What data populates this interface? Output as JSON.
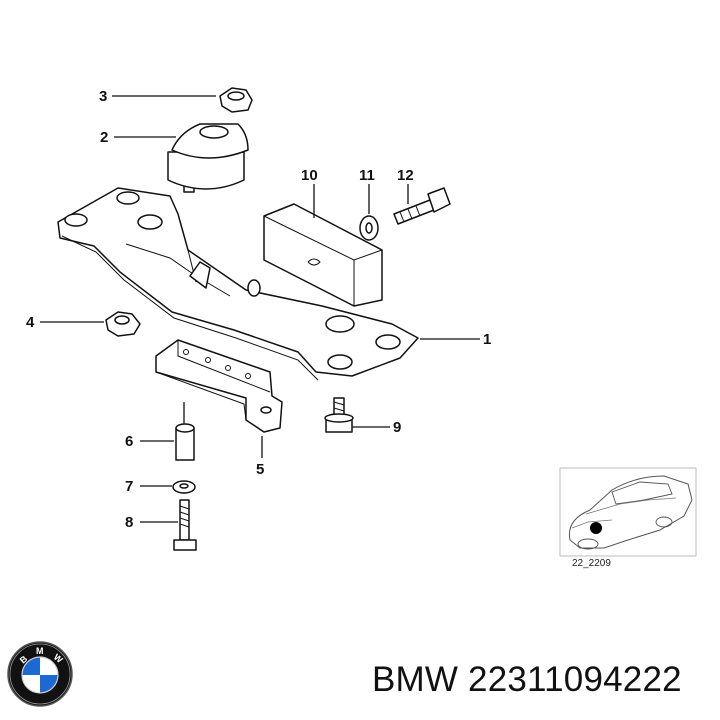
{
  "callouts": {
    "c1": "1",
    "c2": "2",
    "c3": "3",
    "c4": "4",
    "c5": "5",
    "c6": "6",
    "c7": "7",
    "c8": "8",
    "c9": "9",
    "c10": "10",
    "c11": "11",
    "c12": "12"
  },
  "reference_code": "22_2209",
  "brand": {
    "logo_letters": "BMW",
    "colors": {
      "blue": "#1c69d4",
      "black": "#111111",
      "white": "#ffffff"
    }
  },
  "part_number_caption": "BMW 22311094222"
}
